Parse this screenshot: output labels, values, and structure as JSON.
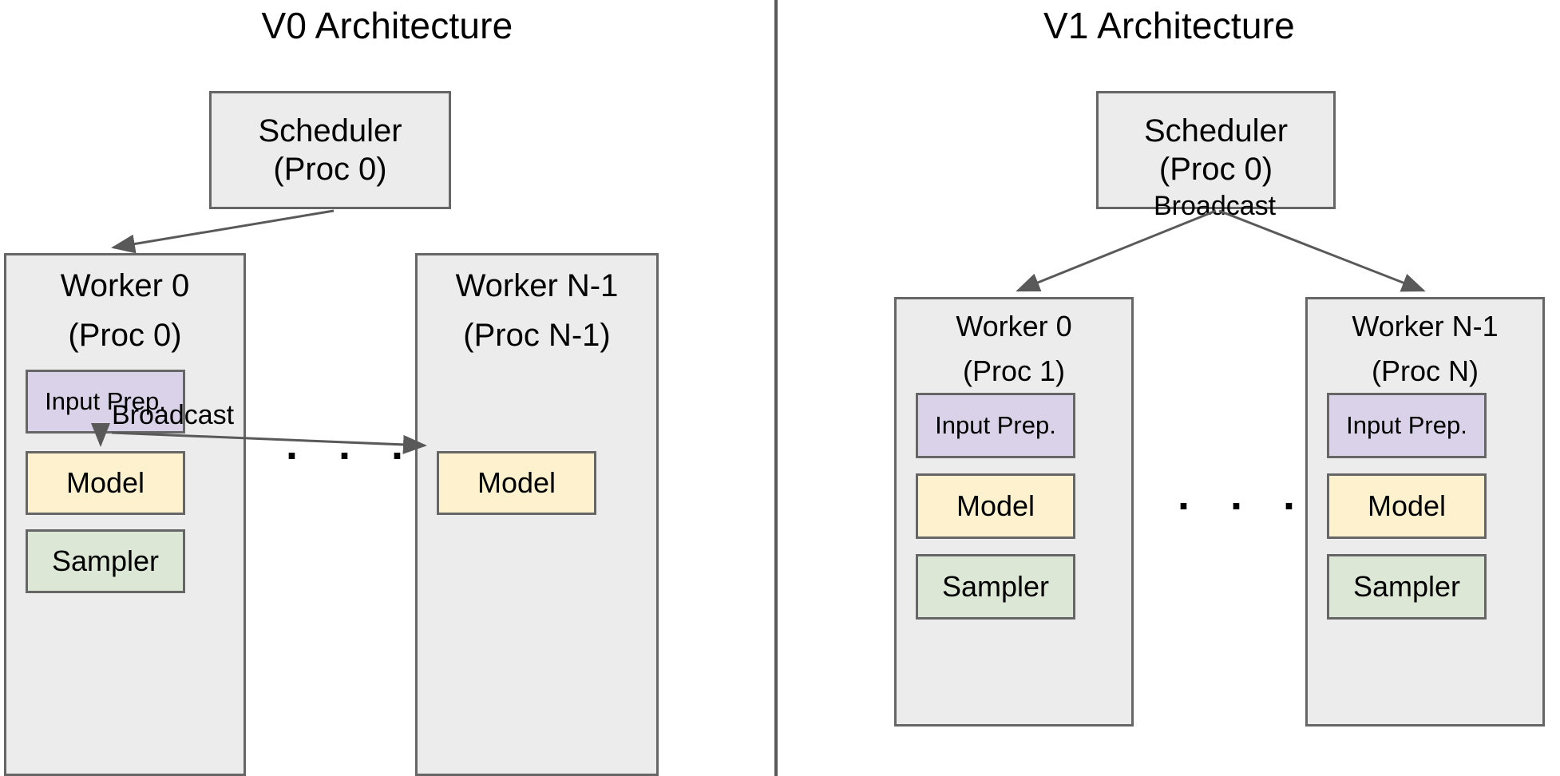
{
  "figure": {
    "kind": "architecture-comparison-diagram",
    "divider_color": "#595959",
    "background": "#ffffff"
  },
  "palette": {
    "group_fill": "#ececec",
    "scheduler_fill": "#ececec",
    "input_prep_fill": "#d9d2e9",
    "model_fill": "#fdf2cd",
    "sampler_fill": "#dce8d5",
    "border": "#666666",
    "arrow": "#595959",
    "text": "#000000"
  },
  "v0": {
    "title": "V0 Architecture",
    "scheduler": {
      "line1": "Scheduler",
      "line2": "(Proc 0)"
    },
    "workers": [
      {
        "line1": "Worker 0",
        "line2": "(Proc 0)",
        "children": [
          "Input Prep.",
          "Model",
          "Sampler"
        ]
      },
      {
        "line1": "Worker N-1",
        "line2": "(Proc N-1)",
        "children": [
          "Model"
        ]
      }
    ],
    "ellipsis": ". . .",
    "edges": [
      {
        "label": "Broadcast"
      }
    ]
  },
  "v1": {
    "title": "V1 Architecture",
    "scheduler": {
      "line1": "Scheduler",
      "line2": "(Proc 0)"
    },
    "workers": [
      {
        "line1": "Worker 0",
        "line2": "(Proc 1)",
        "children": [
          "Input Prep.",
          "Model",
          "Sampler"
        ]
      },
      {
        "line1": "Worker N-1",
        "line2": "(Proc N)",
        "children": [
          "Input Prep.",
          "Model",
          "Sampler"
        ]
      }
    ],
    "ellipsis": ". . .",
    "edges": [
      {
        "label": "Broadcast"
      }
    ]
  }
}
